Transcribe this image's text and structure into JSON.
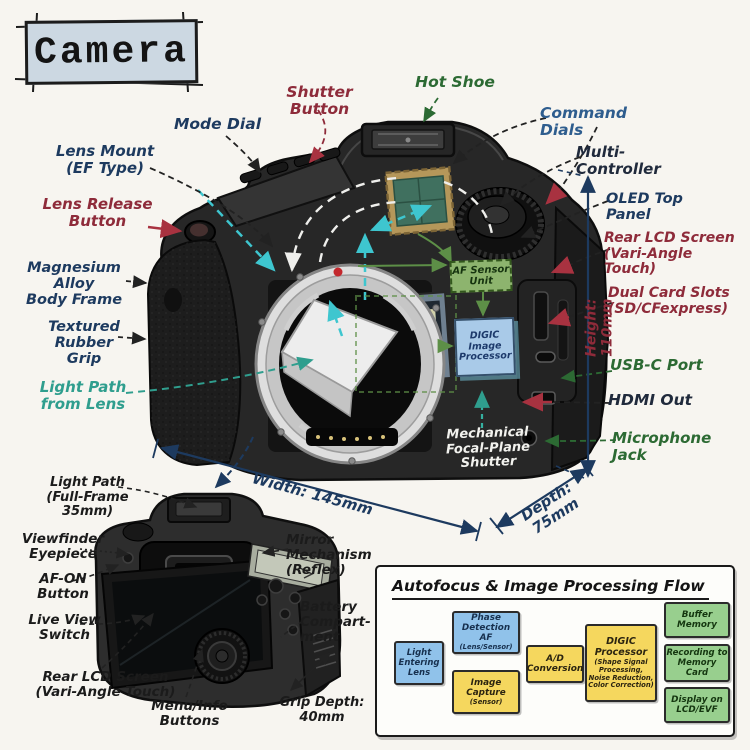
{
  "title": "Camera",
  "front": {
    "mode_dial": "Mode Dial",
    "shutter_button": "Shutter Button",
    "hot_shoe": "Hot Shoe",
    "command_dials": "Command Dials",
    "multi_controller": "Multi-Controller",
    "lens_mount": "Lens Mount\n(EF Type)",
    "lens_release": "Lens Release\nButton",
    "oled_top_panel": "OLED Top Panel",
    "rear_lcd": "Rear LCD Screen\n(Vari-Angle Touch)",
    "magnesium": "Magnesium Alloy\nBody Frame",
    "dual_card_slots": "Dual Card Slots\n(SD/CFexpress)",
    "textured_grip": "Textured\nRubber Grip",
    "usb_c": "USB-C Port",
    "light_path": "Light Path\nfrom Lens",
    "hdmi": "HDMI Out",
    "microphone": "Microphone Jack",
    "mech_shutter": "Mechanical\nFocal-Plane\nShutter",
    "af_sensor_unit": "AF Sensor\nUnit",
    "digic_processor": "DIGIC\nImage\nProcessor"
  },
  "dimensions": {
    "width": "Width: 145mm",
    "height": "Height: 110mm",
    "depth": "Depth: 75mm",
    "grip_depth": "Grip Depth:\n40mm"
  },
  "rear": {
    "light_path_ff": "Light Path\n(Full-Frame\n35mm)",
    "viewfinder": "Viewfinder\nEyepiece",
    "af_on": "AF-ON\nButton",
    "live_view": "Live View\nSwitch",
    "rear_lcd": "Rear LCD Screen\n(Vari-Angle Touch)",
    "menu_info": "Menu/Info\nButtons",
    "mirror_mechanism": "Mirror\nMechanism\n(Reflex)",
    "battery": "Battery\nCompart-\nment"
  },
  "flowchart": {
    "title": "Autofocus & Image Processing Flow",
    "light_entering": "Light\nEntering\nLens",
    "phase_detection": "Phase\nDetection AF",
    "phase_detection_sub": "(Lens/Sensor)",
    "image_capture": "Image\nCapture",
    "image_capture_sub": "(Sensor)",
    "ad_conversion": "A/D\nConversion",
    "digic": "DIGIC\nProcessor",
    "digic_sub": "(Shape Signal\nProcessing,\nNoise Reduction,\nColor Correction)",
    "buffer_memory": "Buffer\nMemory",
    "recording": "Recording to\nMemory Card",
    "display": "Display on\nLCD/EVF"
  },
  "colors": {
    "background": "#f7f5f0",
    "navy": "#1d3a5f",
    "dark_red": "#8e2b3a",
    "green": "#2c6a33",
    "teal": "#2f9e8e",
    "steel_blue": "#2e5d8e",
    "ink": "#1b1b1b",
    "title_bg": "#ccd8e2",
    "flow_blue": "#90c2ea",
    "flow_yellow": "#f5d75e",
    "flow_green": "#98cf8e"
  }
}
